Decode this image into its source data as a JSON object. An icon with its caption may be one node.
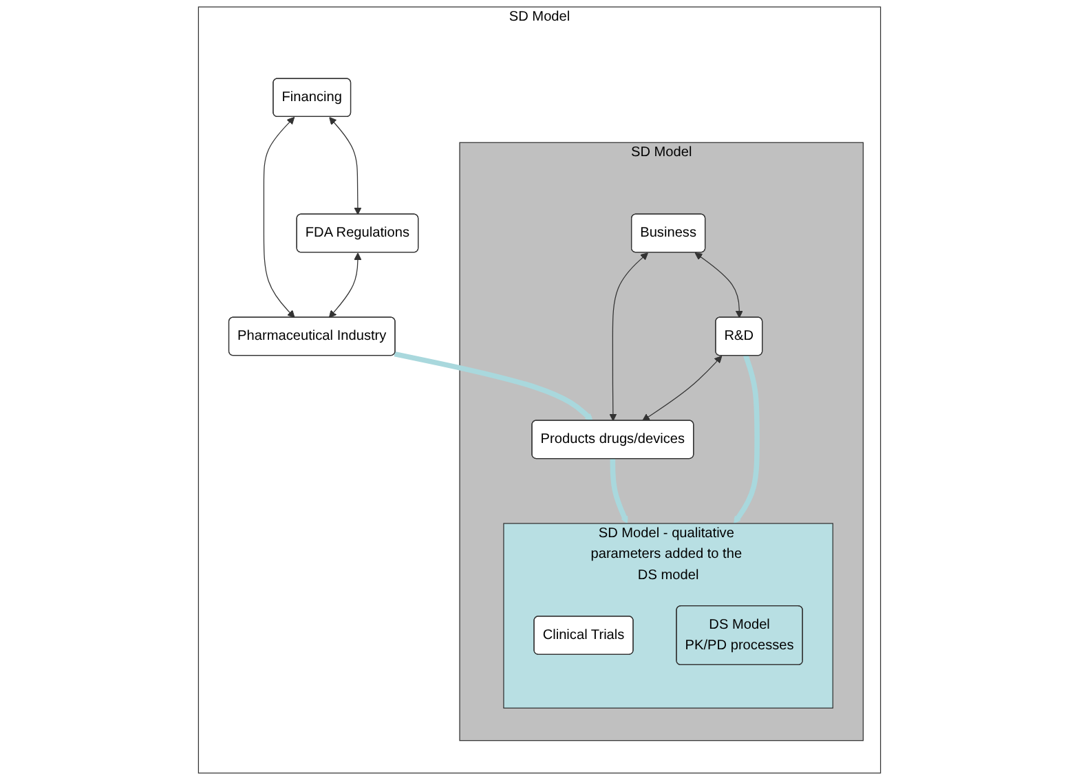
{
  "diagram": {
    "nodes": [
      {
        "text": [
          "SD Model"
        ]
      },
      {
        "text": [
          "Pharmaceutical Industry"
        ],
        "in": 0
      },
      {
        "text": [
          "SD Model"
        ],
        "in": 0
      },
      {
        "text": [
          "Products drugs/devices"
        ],
        "in": 2
      },
      {
        "text": [
          "SD Model - qualitative parameters added to the DS model"
        ],
        "in": 2
      },
      {
        "text": [
          "Clinical Trials"
        ],
        "in": 4
      },
      {
        "text": [
          "DS Model",
          "PK/PD processes"
        ],
        "in": 4
      },
      {
        "text": [
          "Business"
        ],
        "in": 2
      },
      {
        "text": [
          "R&D"
        ],
        "in": 2
      },
      {
        "text": [
          "Financing"
        ],
        "in": 0
      },
      {
        "text": [
          "FDA Regulations"
        ],
        "in": 0
      }
    ],
    "edges": [
      {
        "from": 1,
        "to": 3,
        "arrow": "to",
        "style": "thick",
        "color": "#a9d8dd"
      },
      {
        "from": 3,
        "to": 4,
        "arrow": "to",
        "style": "thick",
        "color": "#a9d8dd"
      },
      {
        "from": 8,
        "to": 4,
        "arrow": "to",
        "style": "thick",
        "color": "#a9d8dd"
      },
      {
        "from": 9,
        "to": 1,
        "arrow": "both"
      },
      {
        "from": 10,
        "to": 1,
        "arrow": "both"
      },
      {
        "from": 7,
        "to": 3,
        "arrow": "both"
      },
      {
        "from": 8,
        "to": 3,
        "arrow": "both"
      },
      {
        "from": 7,
        "to": 8,
        "arrow": "both"
      },
      {
        "from": 9,
        "to": 10,
        "arrow": "both"
      }
    ]
  }
}
